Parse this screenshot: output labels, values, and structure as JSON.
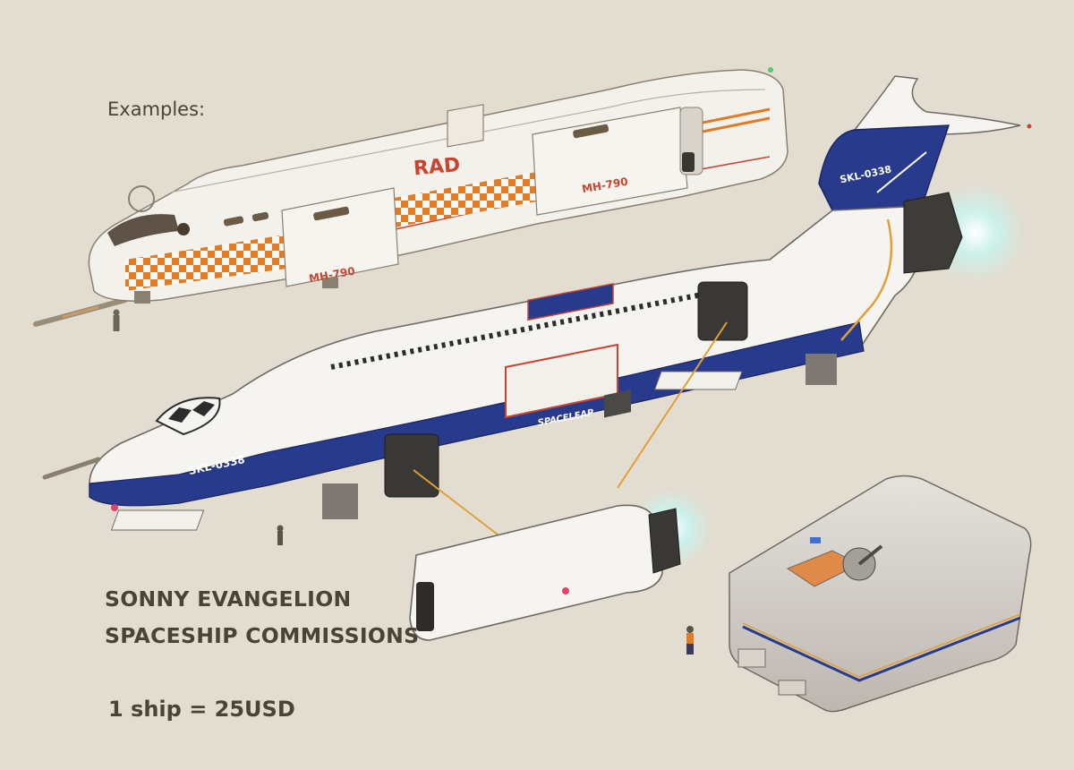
{
  "labels": {
    "examples": "Examples:",
    "title_line1": "SONNY EVANGELION",
    "title_line2": "SPACESHIP COMMISSIONS",
    "price": "1 ship = 25USD"
  },
  "ships": {
    "rad": {
      "brand": "RAD",
      "registry_rear": "MH-790",
      "registry_front": "MH-790"
    },
    "skl": {
      "registry_tail": "SKL-0338",
      "registry_nose": "SKL-0338",
      "name": "SPACELEAP"
    }
  },
  "colors": {
    "background": "#e2ddd0",
    "text": "#4a4336",
    "hull_white": "#f3f1ec",
    "navy": "#283a8c",
    "orange": "#e07b28",
    "red_stripe": "#c8452f",
    "engine_glow": "#bfeee8"
  }
}
